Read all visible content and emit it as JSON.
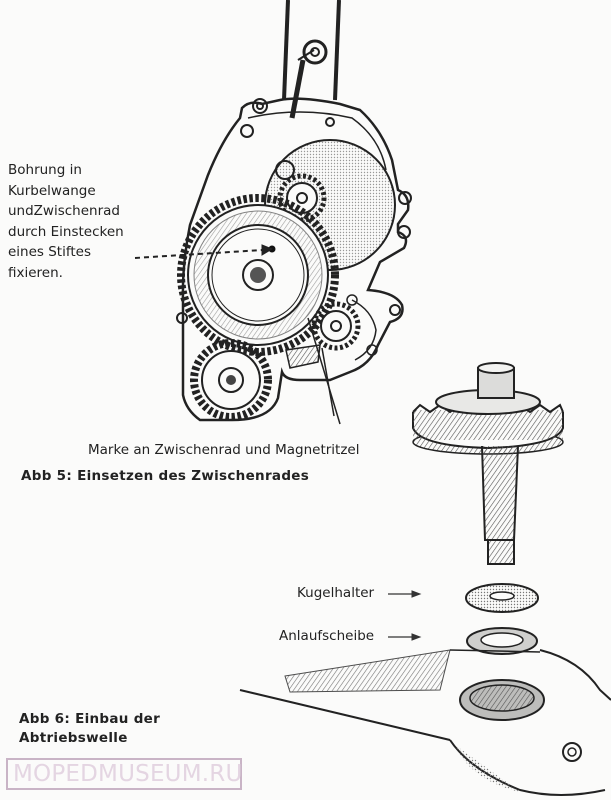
{
  "figure5": {
    "annotation": "Bohrung in\nKurbelwange\nundZwischenrad\ndurch Einstecken\neines Stiftes\nfixieren.",
    "mark_label": "Marke an Zwischenrad und Magnetritzel",
    "caption": "Abb 5: Einsetzen des Zwischenrades"
  },
  "figure6": {
    "label_kugelhalter": "Kugelhalter",
    "label_anlaufscheibe": "Anlaufscheibe",
    "caption": "Abb 6: Einbau der\nAbtriebswelle"
  },
  "watermark": "MOPEDMUSEUM.RU"
}
